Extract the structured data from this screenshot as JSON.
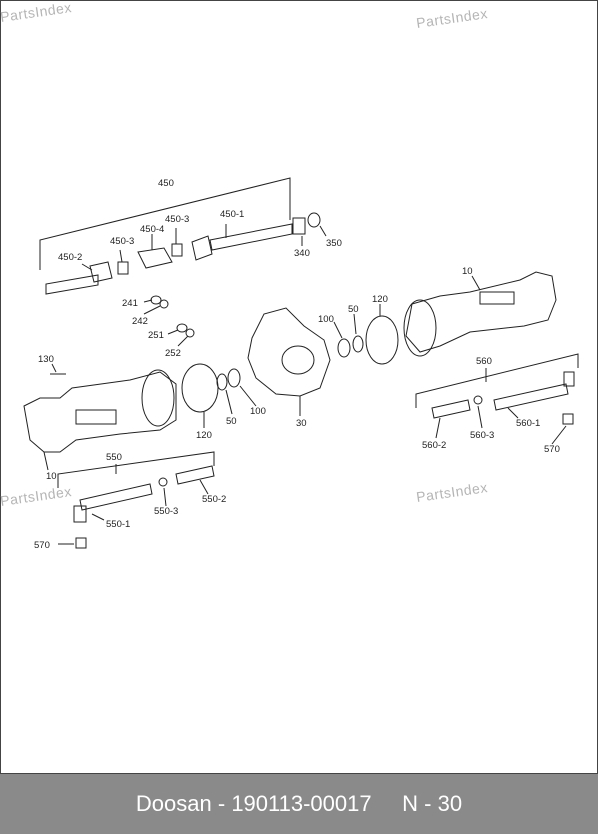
{
  "watermarks": [
    "PartsIndex",
    "PartsIndex",
    "PartsIndex",
    "PartsIndex"
  ],
  "footer": {
    "brand": "Doosan",
    "part_number": "190113-00017",
    "page_ref": "N - 30"
  },
  "labels": [
    "450",
    "450-1",
    "450-3",
    "450-4",
    "450-3",
    "450-2",
    "340",
    "350",
    "10",
    "241",
    "242",
    "251",
    "252",
    "100",
    "50",
    "120",
    "130",
    "10",
    "120",
    "50",
    "100",
    "30",
    "560",
    "560-2",
    "560-3",
    "560-1",
    "570",
    "550",
    "550-1",
    "550-3",
    "550-2",
    "570"
  ]
}
